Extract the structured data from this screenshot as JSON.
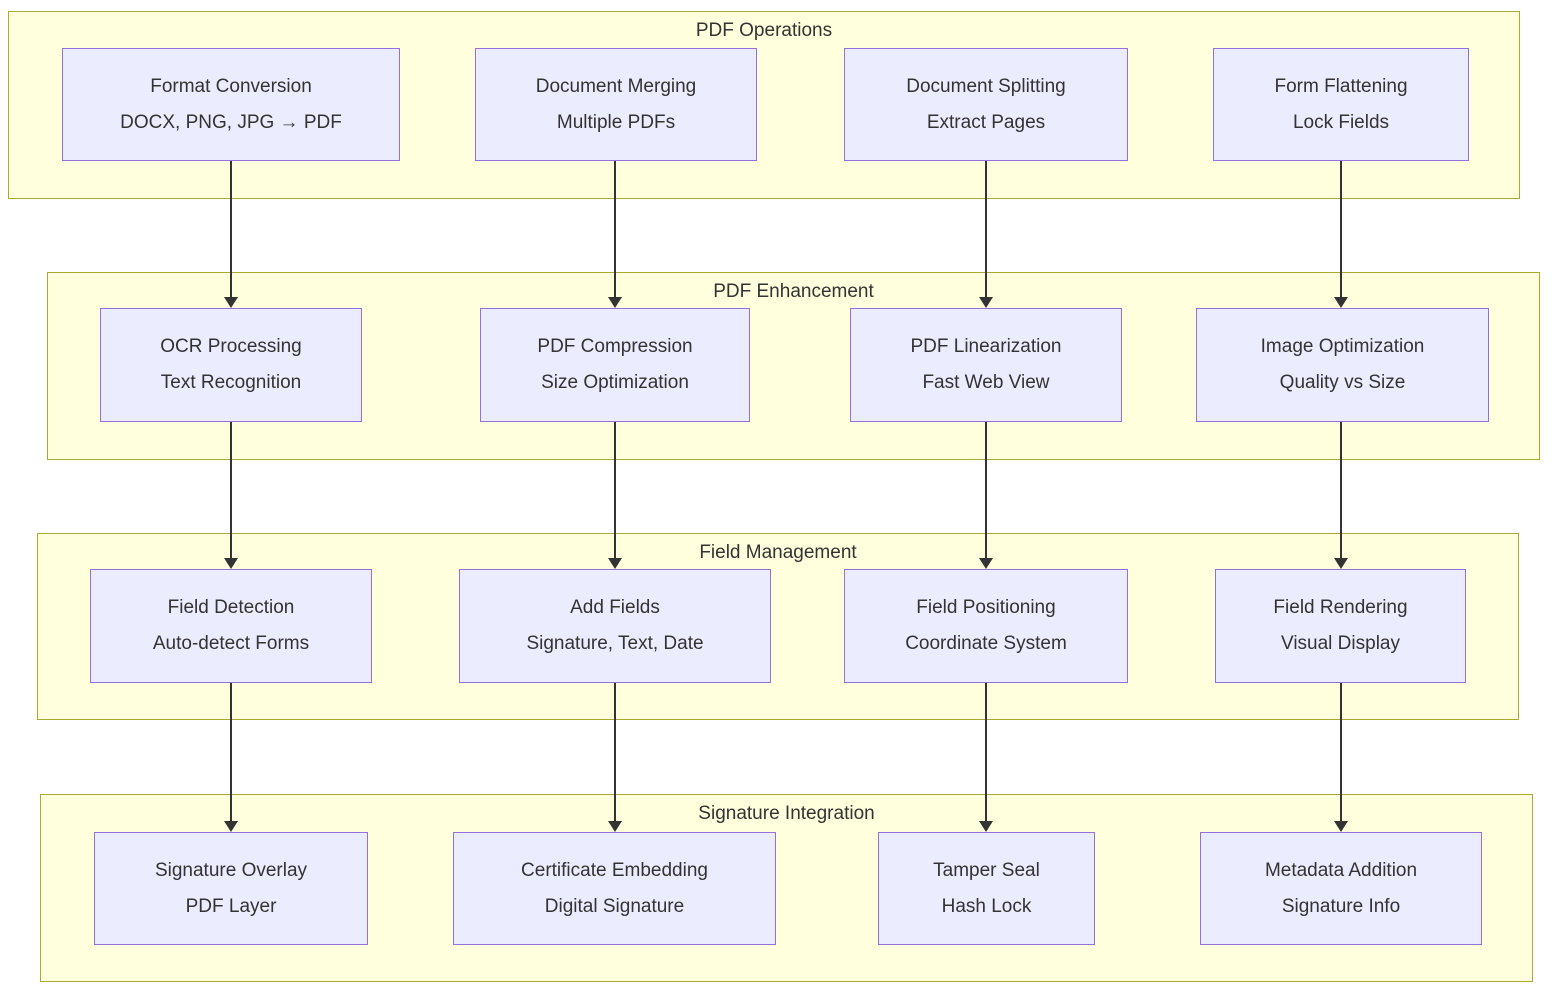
{
  "diagram": {
    "colors": {
      "band_fill": "#ffffde",
      "band_border": "#aaaa33",
      "node_fill": "#ececff",
      "node_border": "#9370db",
      "arrow": "#333333",
      "text": "#333333"
    },
    "groups": [
      {
        "label": "PDF Operations",
        "nodes": [
          {
            "line1": "Format Conversion",
            "line2": "DOCX, PNG, JPG → PDF"
          },
          {
            "line1": "Document Merging",
            "line2": "Multiple PDFs"
          },
          {
            "line1": "Document Splitting",
            "line2": "Extract Pages"
          },
          {
            "line1": "Form Flattening",
            "line2": "Lock Fields"
          }
        ]
      },
      {
        "label": "PDF Enhancement",
        "nodes": [
          {
            "line1": "OCR Processing",
            "line2": "Text Recognition"
          },
          {
            "line1": "PDF Compression",
            "line2": "Size Optimization"
          },
          {
            "line1": "PDF Linearization",
            "line2": "Fast Web View"
          },
          {
            "line1": "Image Optimization",
            "line2": "Quality vs Size"
          }
        ]
      },
      {
        "label": "Field Management",
        "nodes": [
          {
            "line1": "Field Detection",
            "line2": "Auto-detect Forms"
          },
          {
            "line1": "Add Fields",
            "line2": "Signature, Text, Date"
          },
          {
            "line1": "Field Positioning",
            "line2": "Coordinate System"
          },
          {
            "line1": "Field Rendering",
            "line2": "Visual Display"
          }
        ]
      },
      {
        "label": "Signature Integration",
        "nodes": [
          {
            "line1": "Signature Overlay",
            "line2": "PDF Layer"
          },
          {
            "line1": "Certificate Embedding",
            "line2": "Digital Signature"
          },
          {
            "line1": "Tamper Seal",
            "line2": "Hash Lock"
          },
          {
            "line1": "Metadata Addition",
            "line2": "Signature Info"
          }
        ]
      }
    ]
  }
}
